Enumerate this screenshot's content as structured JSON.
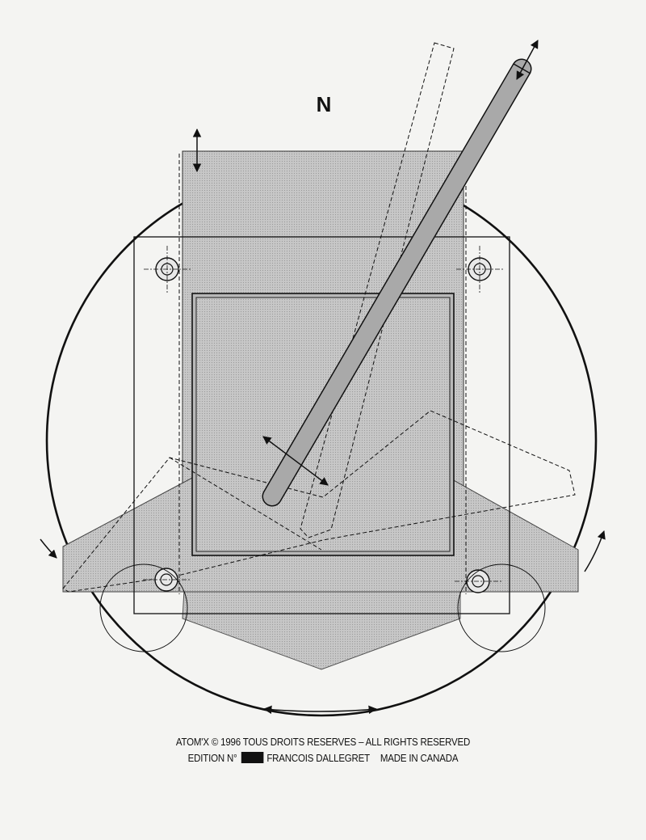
{
  "compass": {
    "north_label": "N"
  },
  "caption": {
    "line1": "ATOM'X © 1996 TOUS DROITS RESERVES – ALL RIGHTS RESERVED",
    "edition_label": "EDITION N°",
    "author": "FRANCOIS  DALLEGRET",
    "origin": "MADE IN CANADA"
  },
  "colors": {
    "ink": "#111111",
    "fill_light": "#c6c6c6",
    "fill_dark": "#a7a7a7",
    "paper": "#f4f4f2"
  }
}
